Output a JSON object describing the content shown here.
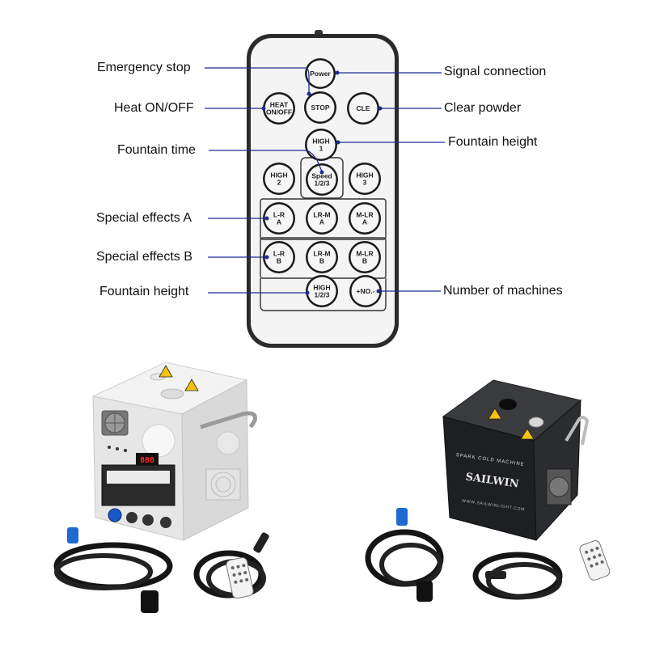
{
  "labels": {
    "emergency_stop": "Emergency stop",
    "heat_on_off": "Heat ON/OFF",
    "fountain_time": "Fountain time",
    "special_effects_a": "Special effects A",
    "special_effects_b": "Special effects B",
    "fountain_height_left": "Fountain height",
    "signal_connection": "Signal connection",
    "clear_powder": "Clear powder",
    "fountain_height_right": "Fountain height",
    "number_of_machines": "Number of machines"
  },
  "buttons": {
    "power": [
      "Power"
    ],
    "stop": [
      "STOP"
    ],
    "heat": [
      "HEAT",
      "ON/OFF"
    ],
    "cle": [
      "CLE"
    ],
    "high1": [
      "HIGH",
      "1"
    ],
    "high2": [
      "HIGH",
      "2"
    ],
    "speed": [
      "Speed",
      "1/2/3"
    ],
    "high3": [
      "HIGH",
      "3"
    ],
    "lr_a": [
      "L-R",
      "A"
    ],
    "lrm_a": [
      "LR-M",
      "A"
    ],
    "mlr_a": [
      "M-LR",
      "A"
    ],
    "lr_b": [
      "L-R",
      "B"
    ],
    "lrm_b": [
      "LR-M",
      "B"
    ],
    "mlr_b": [
      "M-LR",
      "B"
    ],
    "high123": [
      "HIGH",
      "1/2/3"
    ],
    "no": [
      "+NO.-"
    ]
  },
  "black_machine": {
    "model_text": "SPARK COLD MACHINE",
    "brand": "SAILWIN",
    "url": "WWW.SAILWINLIGHT.COM"
  },
  "white_machine": {
    "display": "888"
  },
  "colors": {
    "leader_line": "#1f2b8f",
    "remote_body": "#f4f4f4",
    "black_machine": "#1e1f22",
    "white_machine": "#e9e9e9"
  }
}
